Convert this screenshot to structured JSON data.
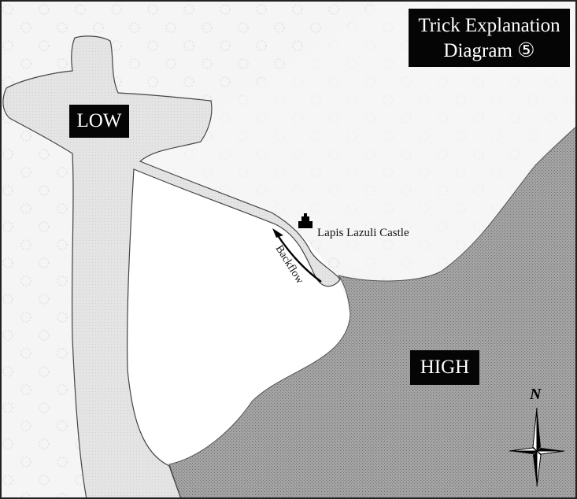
{
  "title": {
    "line1": "Trick Explanation",
    "line2": "Diagram ⑤"
  },
  "regions": {
    "low": "LOW",
    "high": "HIGH"
  },
  "castle": {
    "label": "Lapis Lazuli Castle",
    "icon": "castle-icon"
  },
  "flow": {
    "label": "Backflow",
    "icon": "arrow-icon"
  },
  "compass": {
    "north_label": "N",
    "icon": "compass-rose-icon"
  },
  "colors": {
    "low_land": "#e2e2e2",
    "high_land": "#9f9f9f",
    "plateau": "#f3f3f3",
    "label_bg": "#050505",
    "label_text": "#ffffff"
  }
}
